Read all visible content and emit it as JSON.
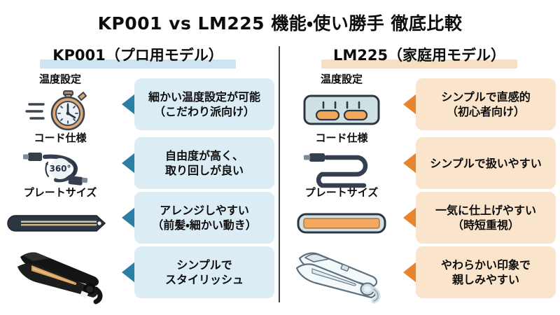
{
  "title": "KP001 vs LM225 機能・使い勝手 徹底比較",
  "colors": {
    "left_accent": "#2b7fa5",
    "left_bubble": "#dcecf5",
    "left_band": "#cde5f0",
    "right_accent": "#e8842c",
    "right_bubble": "#fae4cb",
    "right_band": "#f7e0c2",
    "divider": "#3a434c",
    "text": "#0d0d0d"
  },
  "columns": [
    {
      "header": "KP001（プロ用モデル）",
      "rows": [
        {
          "category": "温度設定",
          "icon": "stopwatch-icon",
          "lines": [
            "細かい温度設定が可能",
            "（こだわり派向け）"
          ]
        },
        {
          "category": "コード仕様",
          "icon": "swivel-cord-360-icon",
          "cord_badge": "360°",
          "lines": [
            "自由度が高く、",
            "取り回しが良い"
          ]
        },
        {
          "category": "プレートサイズ",
          "icon": "narrow-plate-icon",
          "lines": [
            "アレンジしやすい",
            "（前髪・細かい動き）"
          ]
        },
        {
          "category": "",
          "icon": "black-straightener-icon",
          "lines": [
            "シンプルで",
            "スタイリッシュ"
          ]
        }
      ]
    },
    {
      "header": "LM225（家庭用モデル）",
      "rows": [
        {
          "category": "温度設定",
          "icon": "control-panel-icon",
          "lines": [
            "シンプルで直感的",
            "（初心者向け）"
          ]
        },
        {
          "category": "コード仕様",
          "icon": "plain-cord-icon",
          "lines": [
            "シンプルで扱いやすい"
          ]
        },
        {
          "category": "プレートサイズ",
          "icon": "wide-plate-icon",
          "lines": [
            "一気に仕上げやすい",
            "（時短重視）"
          ]
        },
        {
          "category": "",
          "icon": "white-straightener-icon",
          "lines": [
            "やわらかい印象で",
            "親しみやすい"
          ]
        }
      ]
    }
  ]
}
